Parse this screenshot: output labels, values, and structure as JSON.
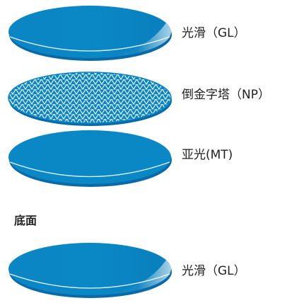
{
  "colors": {
    "disc_blue": "#0a88c6",
    "disc_blue_dark": "#0667a4",
    "disc_edge": "#0a6aa8",
    "highlight": "#ffffff",
    "pattern_line": "#ffffff",
    "text": "#222222"
  },
  "layers": [
    {
      "label": "光滑（GL）",
      "finish": "gloss"
    },
    {
      "label": "倒金字塔（NP）",
      "finish": "pyramid-texture"
    },
    {
      "label": "亚光(MT)",
      "finish": "matte"
    }
  ],
  "bottom_section": {
    "title": "底面",
    "layer": {
      "label": "光滑（GL）",
      "finish": "gloss"
    }
  }
}
